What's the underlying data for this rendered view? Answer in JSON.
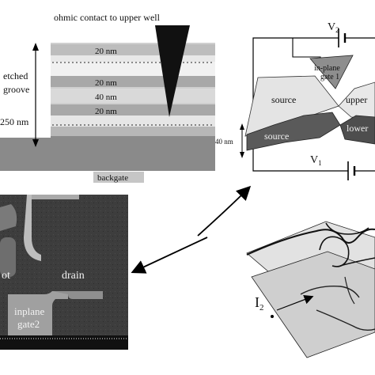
{
  "panel_layers": {
    "ohmic_contact": "ohmic contact to upper well",
    "etched_groove": [
      "etched",
      "groove"
    ],
    "layer_top": "20 nm",
    "layer_a": "20 nm",
    "layer_b": "40 nm",
    "layer_c": "20 nm",
    "depth": "250 nm",
    "backgate": "backgate"
  },
  "panel_device": {
    "v2": "V",
    "v2_sub": "2",
    "v1": "V",
    "v1_sub": "1",
    "inplane_gate": [
      "in-plane",
      "gate 1"
    ],
    "source_upper": "source",
    "source_lower": "source",
    "upper": "upper",
    "lower": "lower",
    "thickness": "40 nm"
  },
  "panel_sem": {
    "dot": "ot",
    "drain": "drain",
    "inplane_gate2": [
      "inplane",
      "gate2"
    ]
  },
  "panel_3d": {
    "current": "I",
    "current_sub": "2"
  },
  "colors": {
    "dark_layer": "#5a5a5a",
    "light_layer": "#d6d6d6",
    "wafer": "#8c8c8c",
    "sem_bg": "#3a3a3a",
    "sem_bright": "#cfcfcf"
  }
}
